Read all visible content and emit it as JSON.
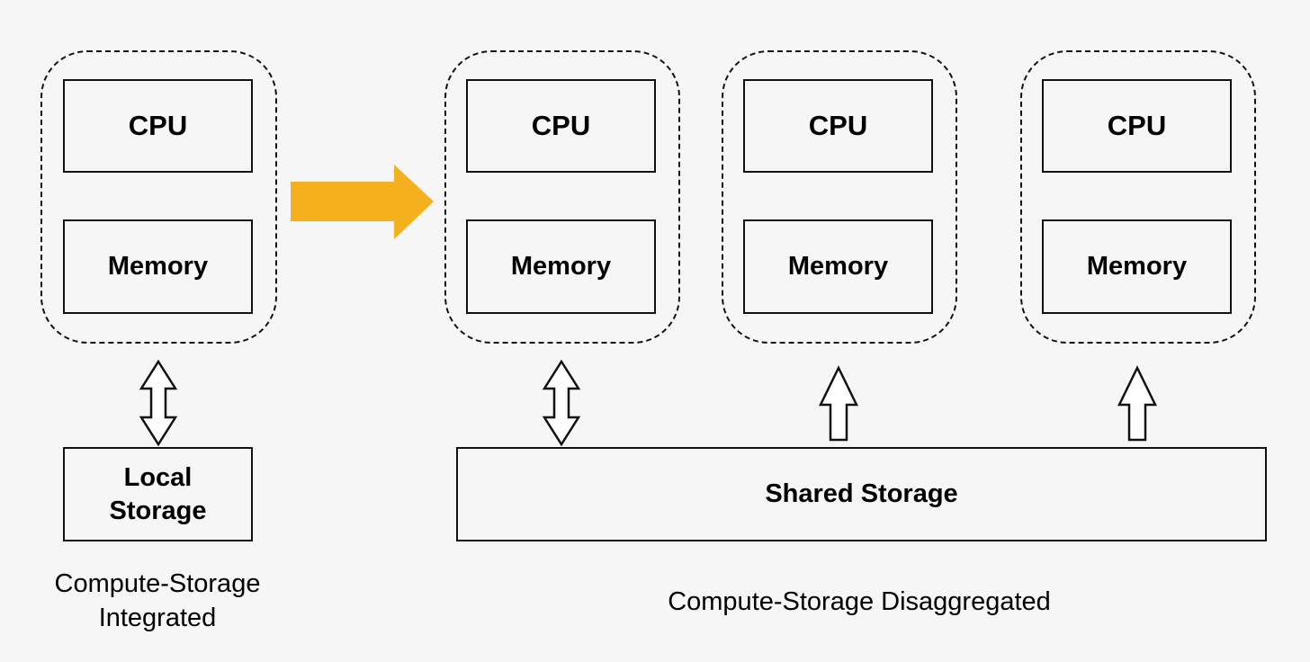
{
  "integrated": {
    "cpu_label": "CPU",
    "memory_label": "Memory",
    "storage_label_line1": "Local",
    "storage_label_line2": "Storage",
    "caption_line1": "Compute-Storage",
    "caption_line2": "Integrated"
  },
  "disaggregated": {
    "nodes": [
      {
        "cpu_label": "CPU",
        "memory_label": "Memory"
      },
      {
        "cpu_label": "CPU",
        "memory_label": "Memory"
      },
      {
        "cpu_label": "CPU",
        "memory_label": "Memory"
      }
    ],
    "storage_label": "Shared Storage",
    "caption": "Compute-Storage Disaggregated"
  },
  "colors": {
    "transition_arrow": "#f5b01d",
    "outline": "#111111",
    "background": "#f6f6f6"
  },
  "icons": {
    "transition": "right-arrow-icon",
    "bidirectional": "up-down-arrow-icon",
    "upward": "up-arrow-icon"
  }
}
